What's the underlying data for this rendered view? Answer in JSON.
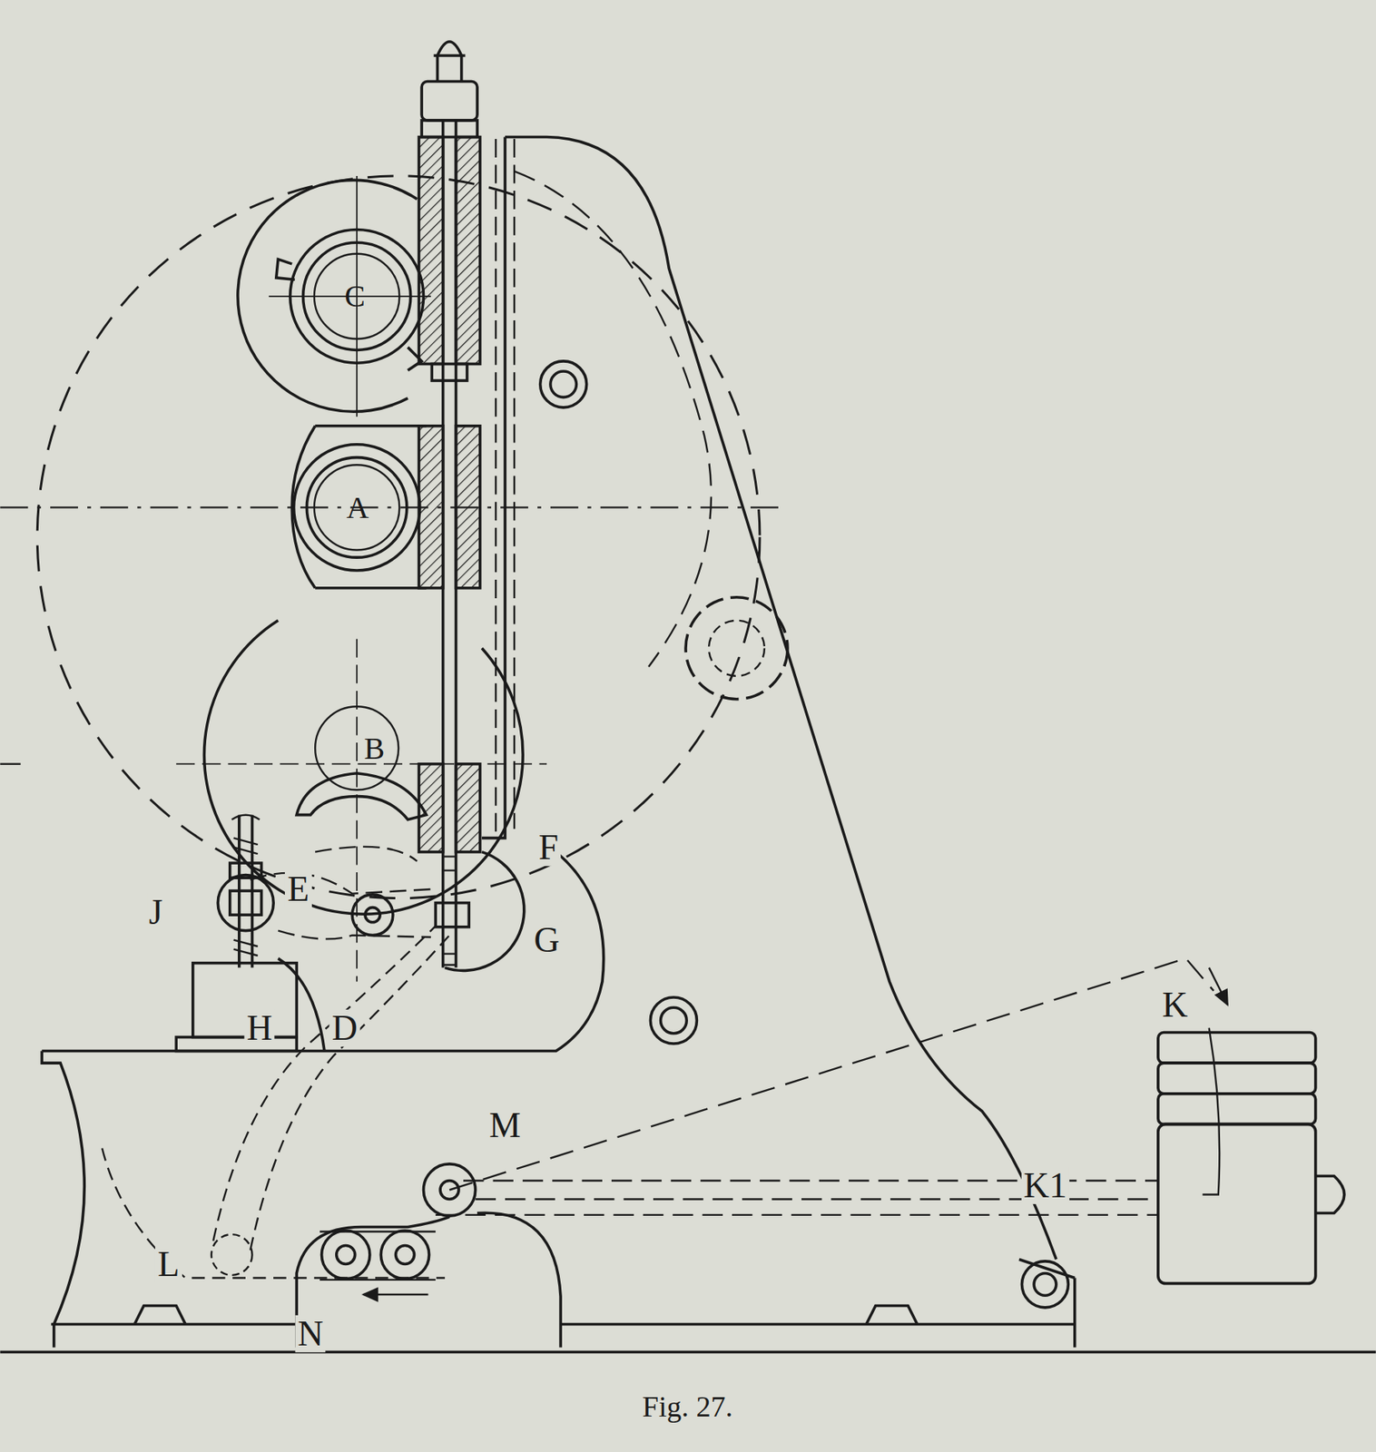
{
  "diagram": {
    "caption": "Fig. 27.",
    "labels": [
      "C",
      "A",
      "B",
      "E",
      "F",
      "J",
      "G",
      "H",
      "D",
      "M",
      "K",
      "K1",
      "L",
      "N"
    ]
  }
}
